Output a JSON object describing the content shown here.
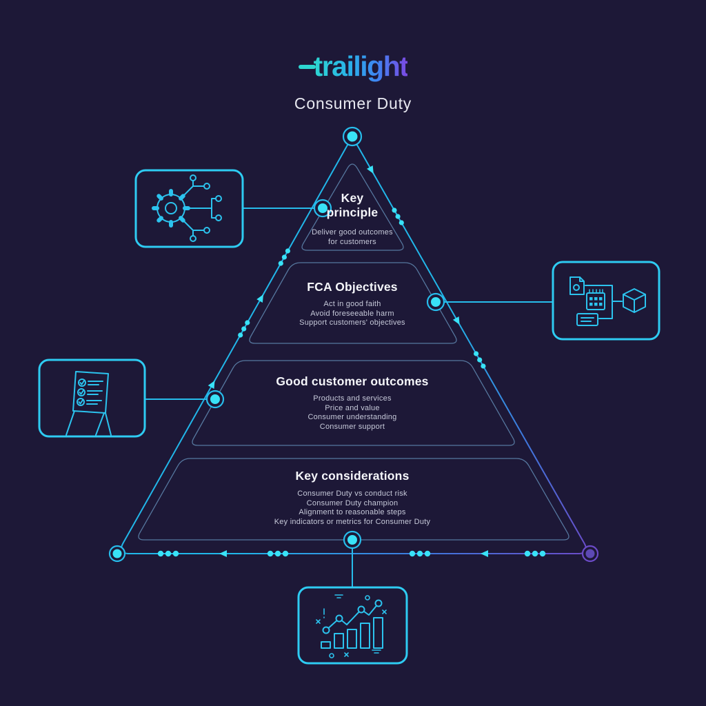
{
  "brand": {
    "logo_text": "trailight",
    "product_title": "Consumer Duty"
  },
  "pyramid": {
    "sections": [
      {
        "title": "Key principle",
        "items": [
          "Deliver good outcomes",
          "for customers"
        ],
        "icon": "gear-network-icon"
      },
      {
        "title": "FCA Objectives",
        "items": [
          "Act in good faith",
          "Avoid foreseeable harm",
          "Support customers' objectives"
        ],
        "icon": "documents-cube-icon"
      },
      {
        "title": "Good customer outcomes",
        "items": [
          "Products and services",
          "Price and value",
          "Consumer understanding",
          "Consumer support"
        ],
        "icon": "checklist-easel-icon"
      },
      {
        "title": "Key considerations",
        "items": [
          "Consumer Duty vs conduct risk",
          "Consumer Duty champion",
          "Alignment to reasonable steps",
          "Key indicators or metrics for Consumer Duty"
        ],
        "icon": "bar-chart-trend-icon"
      }
    ]
  },
  "colors": {
    "background": "#1d1837",
    "edge_cyan": "#21b7ea",
    "edge_purple": "#6c4bc9",
    "bright_cyan": "#39e2f7",
    "section_outline": "#56779e",
    "icon_stroke": "#2cc3ee",
    "heading_text": "#f5f6fa",
    "sub_text": "#c7cada",
    "purple_node_fill": "#5d49b5"
  }
}
